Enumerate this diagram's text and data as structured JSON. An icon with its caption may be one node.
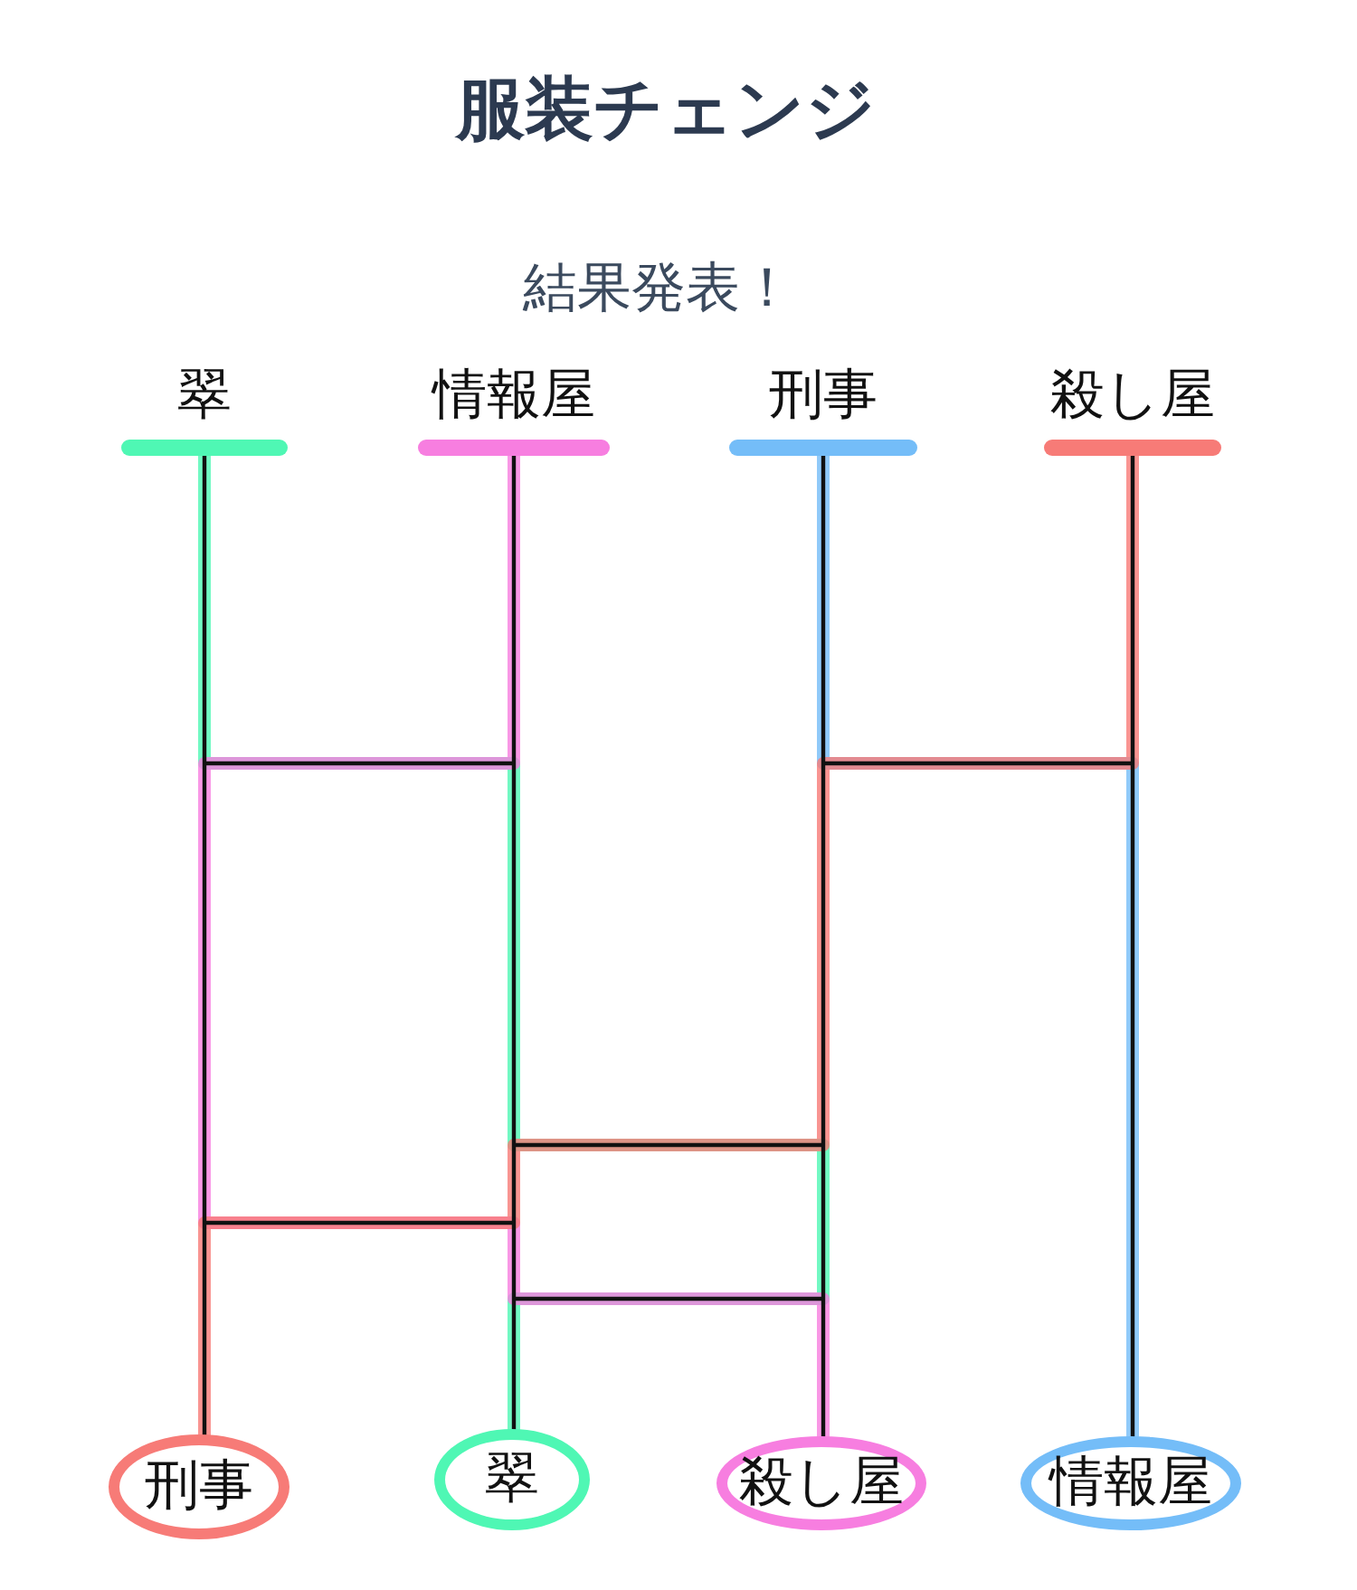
{
  "diagram": {
    "title": "服装チェンジ",
    "nodes": [
      {
        "text": [
          "翠"
        ]
      },
      {
        "text": [
          "情報屋"
        ]
      },
      {
        "text": [
          "刑事"
        ]
      },
      {
        "text": [
          "殺し屋"
        ]
      },
      {
        "text": [
          "刑事"
        ]
      },
      {
        "text": [
          "翠"
        ]
      },
      {
        "text": [
          "殺し屋"
        ]
      },
      {
        "text": [
          "情報屋"
        ]
      }
    ],
    "edges": [
      {
        "from": 0,
        "to": 5,
        "arrow": "none",
        "color": "#4ff7b4"
      },
      {
        "from": 1,
        "to": 6,
        "arrow": "none",
        "color": "#f77ee0"
      },
      {
        "from": 2,
        "to": 7,
        "arrow": "none",
        "color": "#74bdf8"
      },
      {
        "from": 3,
        "to": 4,
        "arrow": "none",
        "color": "#f77b77"
      }
    ],
    "labels": [
      "結果発表！"
    ]
  }
}
